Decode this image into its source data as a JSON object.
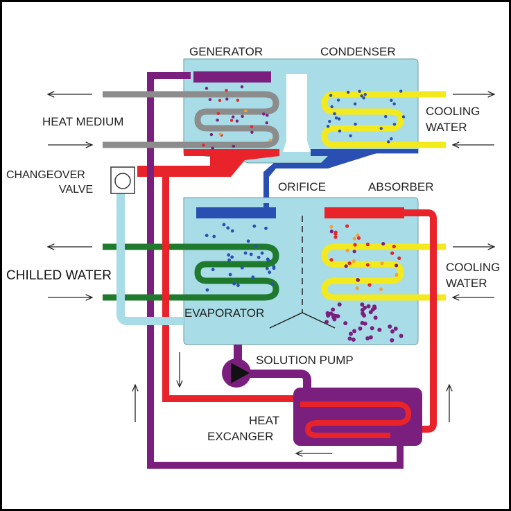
{
  "labels": {
    "generator": "GENERATOR",
    "condenser": "CONDENSER",
    "heat_medium": "HEAT MEDIUM",
    "cooling_water_top_1": "COOLING",
    "cooling_water_top_2": "WATER",
    "changeover_1": "CHANGEOVER",
    "changeover_2": "VALVE",
    "orifice": "ORIFICE",
    "absorber": "ABSORBER",
    "chilled_water": "CHILLED WATER",
    "cooling_water_mid_1": "COOLING",
    "cooling_water_mid_2": "WATER",
    "evaporator": "EVAPORATOR",
    "solution_pump": "SOLUTION PUMP",
    "heat_exchanger_1": "HEAT",
    "heat_exchanger_2": "EXCANGER"
  },
  "colors": {
    "vessel": "#a8dce6",
    "purple": "#7a1f7e",
    "red": "#e8232a",
    "blue": "#2a4fb3",
    "yellow": "#f2ea1f",
    "green": "#1f7a2e",
    "gray": "#8c8c8c",
    "orange_drop": "#f0a040"
  }
}
